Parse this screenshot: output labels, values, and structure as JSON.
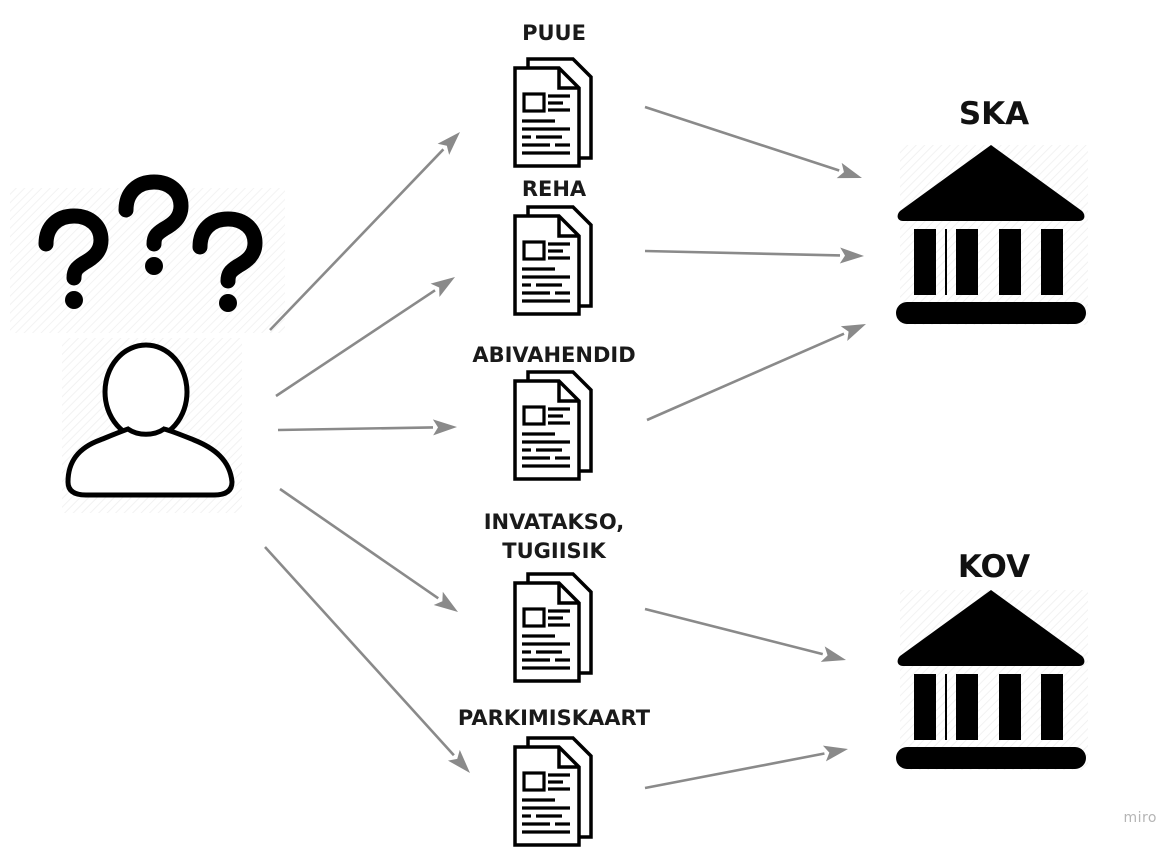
{
  "documents": [
    {
      "id": "puue",
      "lines": [
        "PUUE"
      ]
    },
    {
      "id": "reha",
      "lines": [
        "REHA"
      ]
    },
    {
      "id": "abivahendid",
      "lines": [
        "ABIVAHENDID"
      ]
    },
    {
      "id": "invatakso",
      "lines": [
        "INVATAKSO,",
        "TUGIISIK"
      ]
    },
    {
      "id": "parkimiskaart",
      "lines": [
        "PARKIMISKAART"
      ]
    }
  ],
  "institutions": [
    {
      "id": "ska",
      "label": "SKA"
    },
    {
      "id": "kov",
      "label": "KOV"
    }
  ],
  "flows": [
    {
      "from": "person",
      "to": "puue"
    },
    {
      "from": "person",
      "to": "reha"
    },
    {
      "from": "person",
      "to": "abivahendid"
    },
    {
      "from": "person",
      "to": "invatakso"
    },
    {
      "from": "person",
      "to": "parkimiskaart"
    },
    {
      "from": "puue",
      "to": "ska"
    },
    {
      "from": "reha",
      "to": "ska"
    },
    {
      "from": "abivahendid",
      "to": "ska"
    },
    {
      "from": "invatakso",
      "to": "kov"
    },
    {
      "from": "parkimiskaart",
      "to": "kov"
    }
  ],
  "watermark": "miro",
  "colors": {
    "arrow": "#8a8a8a",
    "icon": "#000000",
    "label": "#1a1a1a"
  }
}
